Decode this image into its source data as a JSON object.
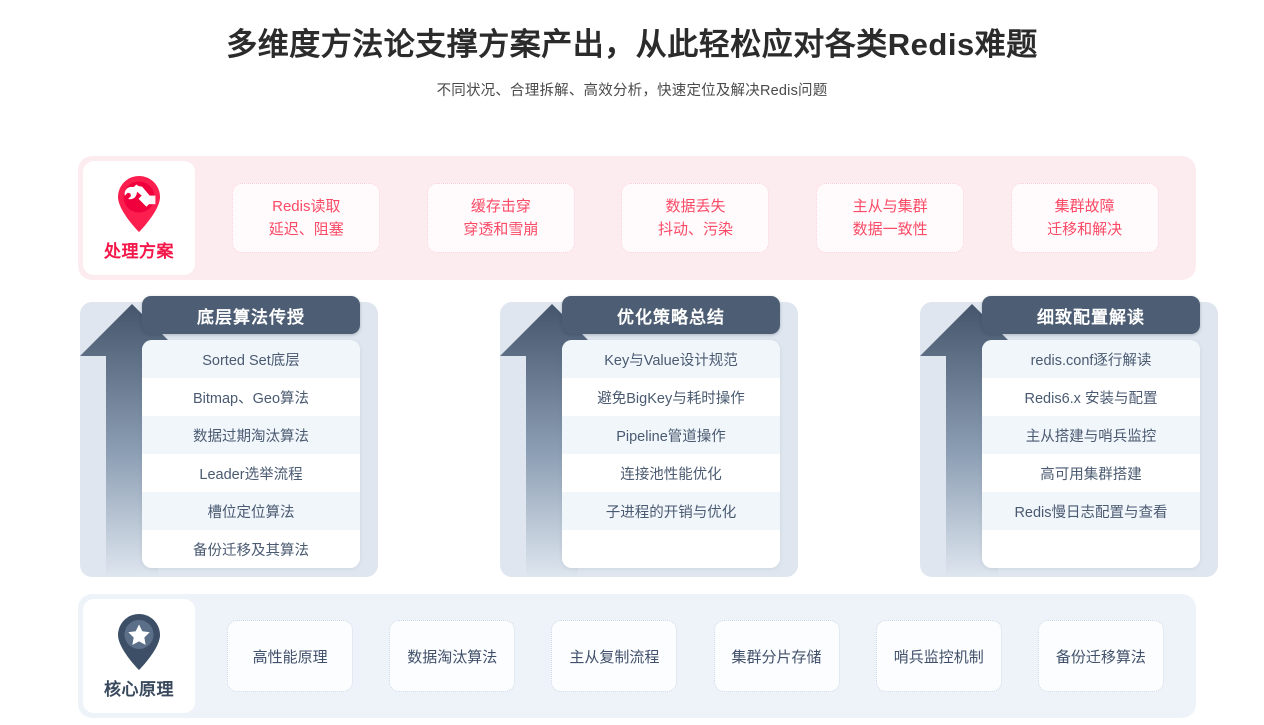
{
  "header": {
    "title": "多维度方法论支撑方案产出，从此轻松应对各类Redis难题",
    "subtitle": "不同状况、合理拆解、高效分析，快速定位及解决Redis问题"
  },
  "colors": {
    "accent_pink": "#f4184a",
    "card_pink_text": "#fa4a66",
    "band_pink_bg": "#fdecef",
    "accent_slate": "#4d5e74",
    "band_blue_bg": "#eef3f9",
    "plate_blue": "#dfe6ef",
    "row_alt": "#f1f6fb"
  },
  "solution_band": {
    "badge": {
      "label": "处理方案",
      "icon": "wrench-pin-icon"
    },
    "cards": [
      {
        "line1": "Redis读取",
        "line2": "延迟、阻塞"
      },
      {
        "line1": "缓存击穿",
        "line2": "穿透和雪崩"
      },
      {
        "line1": "数据丢失",
        "line2": "抖动、污染"
      },
      {
        "line1": "主从与集群",
        "line2": "数据一致性"
      },
      {
        "line1": "集群故障",
        "line2": "迁移和解决"
      }
    ]
  },
  "columns": [
    {
      "heading": "底层算法传授",
      "icon": "up-arrow-icon",
      "items": [
        "Sorted Set底层",
        "Bitmap、Geo算法",
        "数据过期淘汰算法",
        "Leader选举流程",
        "槽位定位算法",
        "备份迁移及其算法"
      ]
    },
    {
      "heading": "优化策略总结",
      "icon": "up-arrow-icon",
      "items": [
        "Key与Value设计规范",
        "避免BigKey与耗时操作",
        "Pipeline管道操作",
        "连接池性能优化",
        "子进程的开销与优化",
        ""
      ]
    },
    {
      "heading": "细致配置解读",
      "icon": "up-arrow-icon",
      "items": [
        "redis.conf逐行解读",
        "Redis6.x 安装与配置",
        "主从搭建与哨兵监控",
        "高可用集群搭建",
        "Redis慢日志配置与查看",
        ""
      ]
    }
  ],
  "principle_band": {
    "badge": {
      "label": "核心原理",
      "icon": "star-pin-icon"
    },
    "cards": [
      "高性能原理",
      "数据淘汰算法",
      "主从复制流程",
      "集群分片存储",
      "哨兵监控机制",
      "备份迁移算法"
    ]
  }
}
